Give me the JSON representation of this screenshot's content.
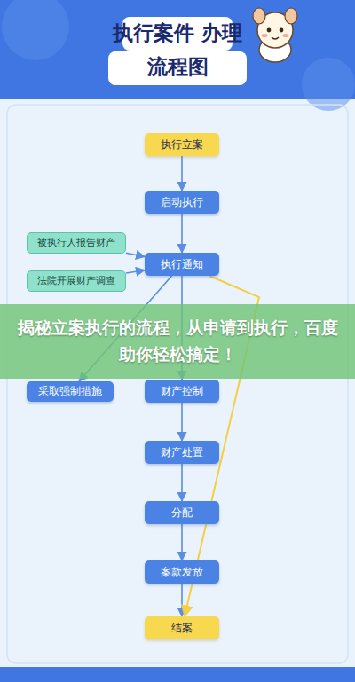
{
  "diagram": {
    "title": "执行案件 办理流程图",
    "nodes": [
      {
        "text": [
          "执行立案"
        ]
      },
      {
        "text": [
          "启动执行"
        ]
      },
      {
        "text": [
          "被执行人报告财产"
        ]
      },
      {
        "text": [
          "法院开展财产调查"
        ]
      },
      {
        "text": [
          "执行通知"
        ]
      },
      {
        "text": [
          "采取强制措施"
        ]
      },
      {
        "text": [
          "财产控制"
        ]
      },
      {
        "text": [
          "财产处置"
        ]
      },
      {
        "text": [
          "分配"
        ]
      },
      {
        "text": [
          "案款发放"
        ]
      },
      {
        "text": [
          "结案"
        ]
      }
    ],
    "edges": [
      {
        "from": 0,
        "to": 1,
        "arrow": "to"
      },
      {
        "from": 1,
        "to": 4,
        "arrow": "to"
      },
      {
        "from": 2,
        "to": 4,
        "arrow": "to"
      },
      {
        "from": 3,
        "to": 4,
        "arrow": "to"
      },
      {
        "from": 4,
        "to": 5,
        "arrow": "to"
      },
      {
        "from": 4,
        "to": 6,
        "arrow": "to"
      },
      {
        "from": 6,
        "to": 7,
        "arrow": "to"
      },
      {
        "from": 7,
        "to": 8,
        "arrow": "to"
      },
      {
        "from": 8,
        "to": 9,
        "arrow": "to"
      },
      {
        "from": 9,
        "to": 10,
        "arrow": "to"
      },
      {
        "from": 4,
        "to": 10,
        "arrow": "to"
      }
    ],
    "labels": [
      "揭秘立案执行的流程，从申请到执行，百度助你轻松搞定！"
    ]
  }
}
